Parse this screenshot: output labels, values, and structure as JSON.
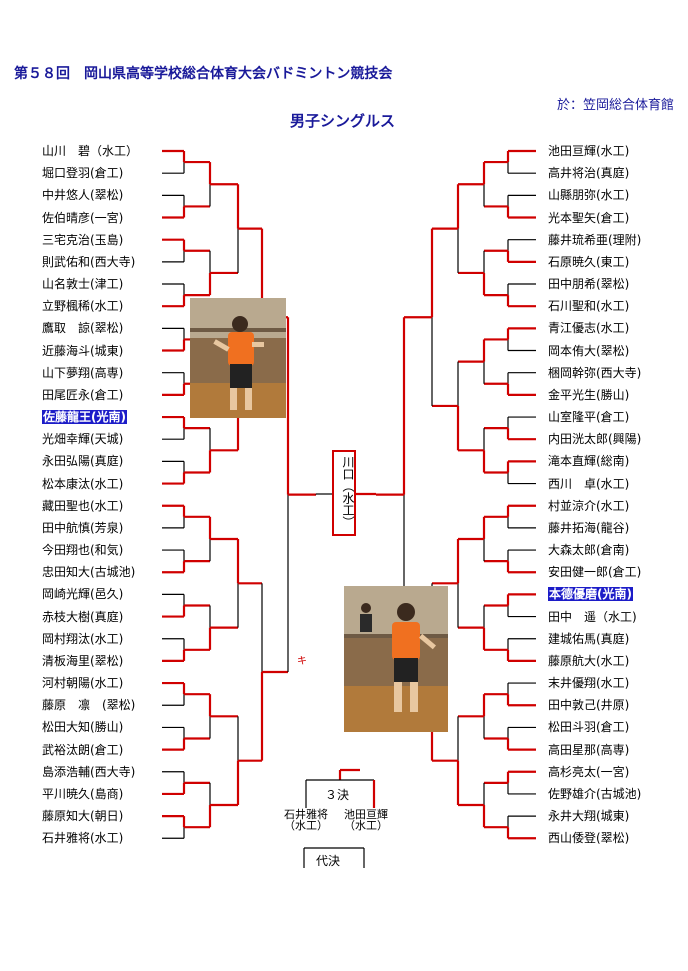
{
  "header": {
    "title": "第５８回　岡山県高等学校総合体育大会バドミントン競技会",
    "venue": "於：笠岡総合体育館",
    "event": "男子シングルス"
  },
  "left_players": [
    "山川　碧（水工）",
    "堀口登羽(倉工)",
    "中井悠人(翠松)",
    "佐伯晴彦(一宮)",
    "三宅克治(玉島)",
    "則武佑和(西大寺)",
    "山名敦士(津工)",
    "立野楓稀(水工)",
    "鷹取　諒(翠松)",
    "近藤海斗(城東)",
    "山下夢翔(高専)",
    "田尾匠永(倉工)",
    "佐藤龍王(光南)",
    "光畑幸輝(天城)",
    "永田弘陽(真庭)",
    "松本康汰(水工)",
    "藏田聖也(水工)",
    "田中航慎(芳泉)",
    "今田翔也(和気)",
    "忠田知大(古城池)",
    "岡崎光輝(邑久)",
    "赤枝大樹(真庭)",
    "岡村翔汰(水工)",
    "清板海里(翠松)",
    "河村朝陽(水工)",
    "藤原　凛　(翠松)",
    "松田大知(勝山)",
    "武裕汰朗(倉工)",
    "島添浩輔(西大寺)",
    "平川暁久(島商)",
    "藤原知大(朝日)",
    "石井雅将(水工)"
  ],
  "right_players": [
    "池田亘輝(水工)",
    "高井将治(真庭)",
    "山縣朋弥(水工)",
    "光本聖矢(倉工)",
    "藤井琉希亜(理附)",
    "石原暁久(東工)",
    "田中朋希(翠松)",
    "石川聖和(水工)",
    "青江優志(水工)",
    "岡本侑大(翠松)",
    "梱岡幹弥(西大寺)",
    "金平光生(勝山)",
    "山室隆平(倉工)",
    "内田洸太郎(興陽)",
    "滝本直輝(総南)",
    "西川　卓(水工)",
    "村並涼介(水工)",
    "藤井拓海(龍谷)",
    "大森太郎(倉南)",
    "安田健一郎(倉工)",
    "本德優磨(光南)",
    "田中　遥（水工)",
    "建城佑馬(真庭)",
    "藤原航大(水工)",
    "末井優翔(水工)",
    "田中敦己(井原)",
    "松田斗羽(倉工)",
    "高田星那(高専)",
    "高杉亮太(一宮)",
    "佐野雄介(古城池)",
    "永井大翔(城東)",
    "西山倭登(翠松)"
  ],
  "highlighted": {
    "left_index": 12,
    "right_index": 20
  },
  "final": {
    "champion": "川口（水工）",
    "ki_mark": "キ"
  },
  "third_place": {
    "label": "３決",
    "player_a_name": "石井雅将",
    "player_a_school": "（水工）",
    "player_b_name": "池田亘輝",
    "player_b_school": "（水工）"
  },
  "representative_label": "代決",
  "colors": {
    "title": "#1a1a9a",
    "win_line": "#d00000",
    "line": "#000000",
    "highlight_bg": "#1c1cc8"
  },
  "photos": [
    {
      "name": "photo-left-player",
      "description_icon": "badminton-player-photo-icon"
    },
    {
      "name": "photo-right-player",
      "description_icon": "badminton-player-photo-icon"
    }
  ]
}
